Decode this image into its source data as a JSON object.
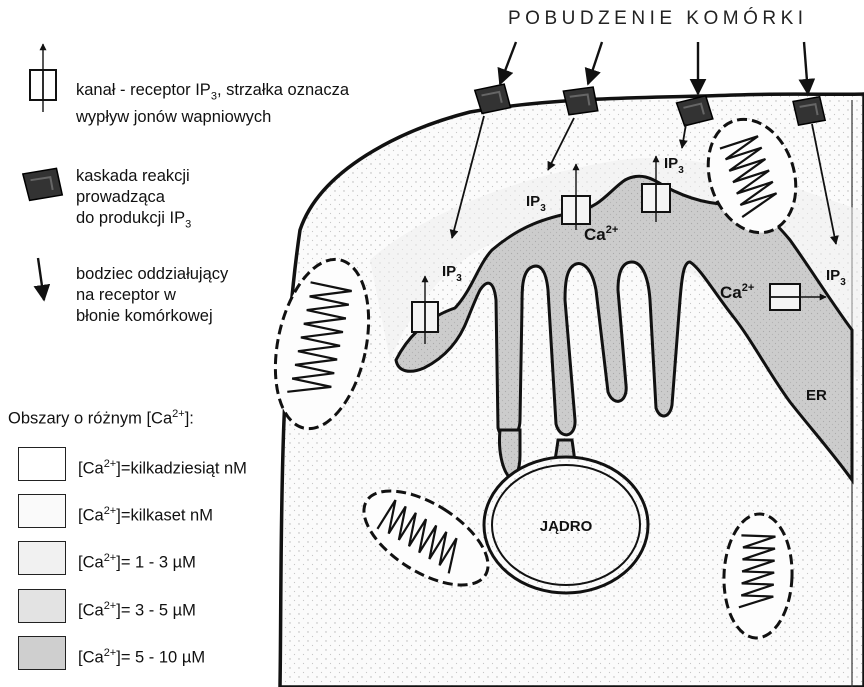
{
  "header": {
    "title": "POBUDZENIE KOMÓRKI"
  },
  "legend": {
    "channel": {
      "line1": "kanał - receptor IP",
      "sub": "3",
      "line1_end": ", strzałka oznacza",
      "line2": "wypływ jonów wapniowych"
    },
    "cascade": {
      "line1": "kaskada reakcji",
      "line2": "prowadząca",
      "line3": "do produkcji IP",
      "sub": "3"
    },
    "stimulus": {
      "line1": "bodziec oddziałujący",
      "line2": "na receptor w",
      "line3": "błonie komórkowej"
    }
  },
  "concentration": {
    "title_pre": "Obszary o różnym [Ca",
    "title_sup": "2+",
    "title_post": "]:",
    "label_pre": "[Ca",
    "label_sup": "2+",
    "items": [
      {
        "value": "]=kilkadziesiąt nM",
        "fill": "#ffffff"
      },
      {
        "value": "]=kilkaset nM",
        "fill": "#fafafa"
      },
      {
        "value": "]= 1 - 3 µM",
        "fill": "#f1f1f1"
      },
      {
        "value": "]= 3 - 5 µM",
        "fill": "#e3e3e3"
      },
      {
        "value": "]= 5 - 10 µM",
        "fill": "#cfcfcf"
      }
    ]
  },
  "diagram": {
    "ip": "IP",
    "ip_sub": "3",
    "ca": "Ca",
    "ca_sup": "2+",
    "er_label": "ER",
    "nucleus_label": "JĄDRO",
    "colors": {
      "cytoplasm": "#f6f6f6",
      "er": "#cdcdcd",
      "outline": "#111111"
    }
  }
}
